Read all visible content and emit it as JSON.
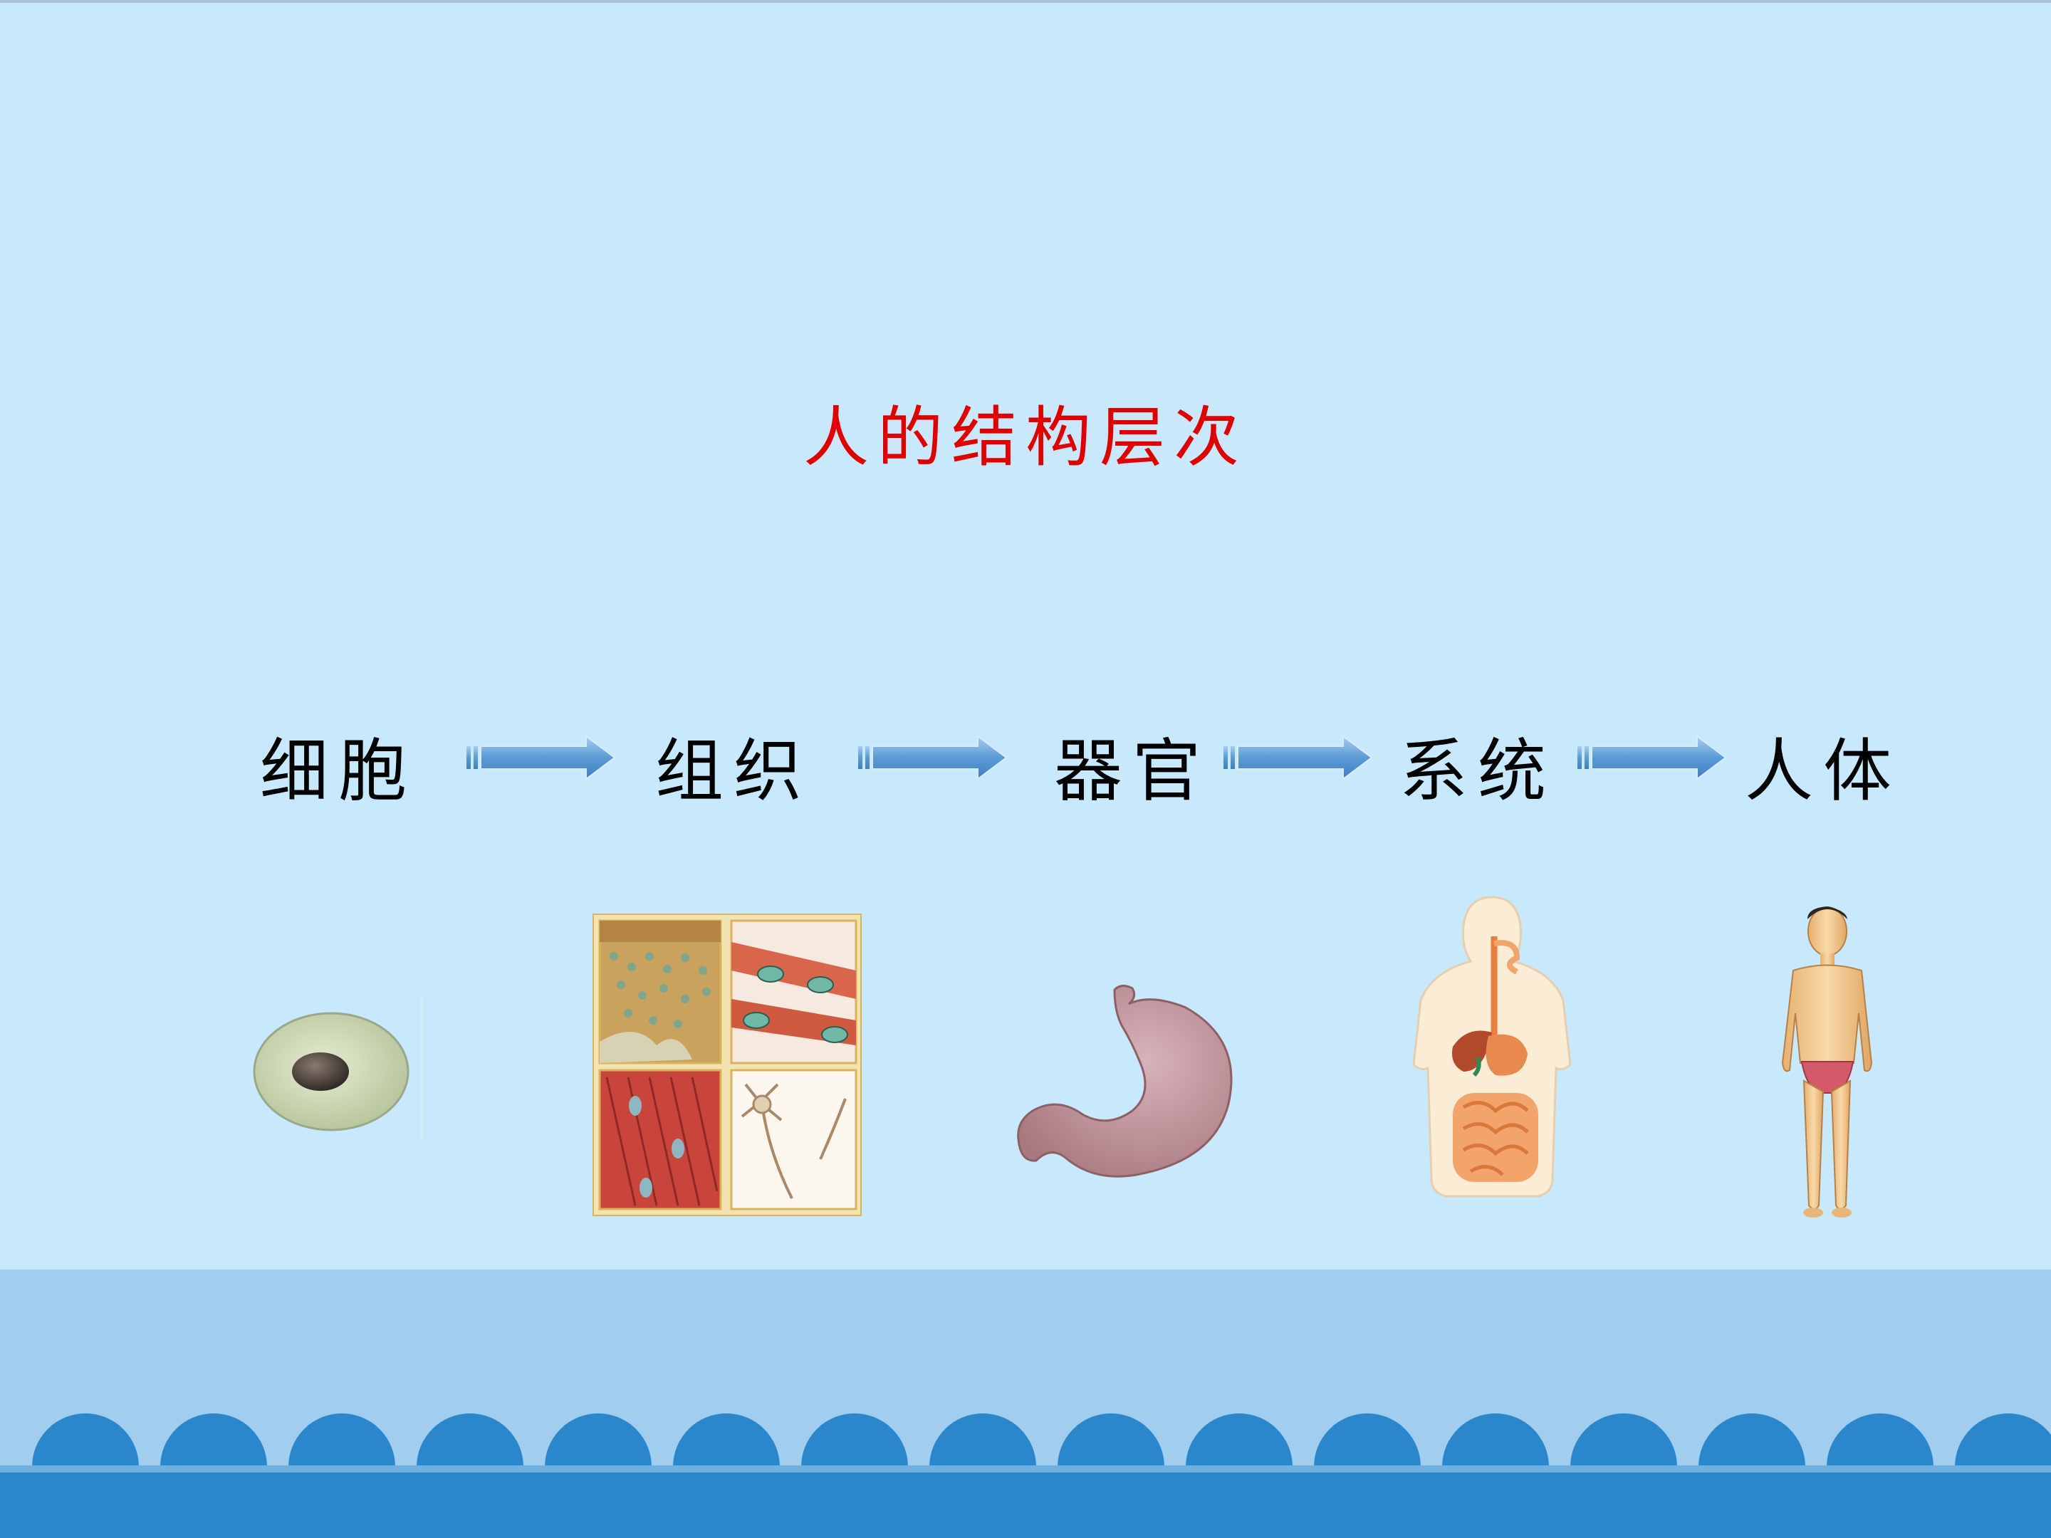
{
  "slide": {
    "title": "人的结构层次",
    "title_color": "#e50000",
    "background_color": "#c7e9fb",
    "footer_band_color": "#a1cdef",
    "wave_color": "#2a87cc"
  },
  "stages": [
    {
      "label": "细胞",
      "icon": "cell-icon"
    },
    {
      "label": "组织",
      "icon": "tissue-icon"
    },
    {
      "label": "器官",
      "icon": "stomach-icon"
    },
    {
      "label": "系统",
      "icon": "digestive-system-icon"
    },
    {
      "label": "人体",
      "icon": "human-body-icon"
    }
  ],
  "arrow_color": "#5b9bd5"
}
